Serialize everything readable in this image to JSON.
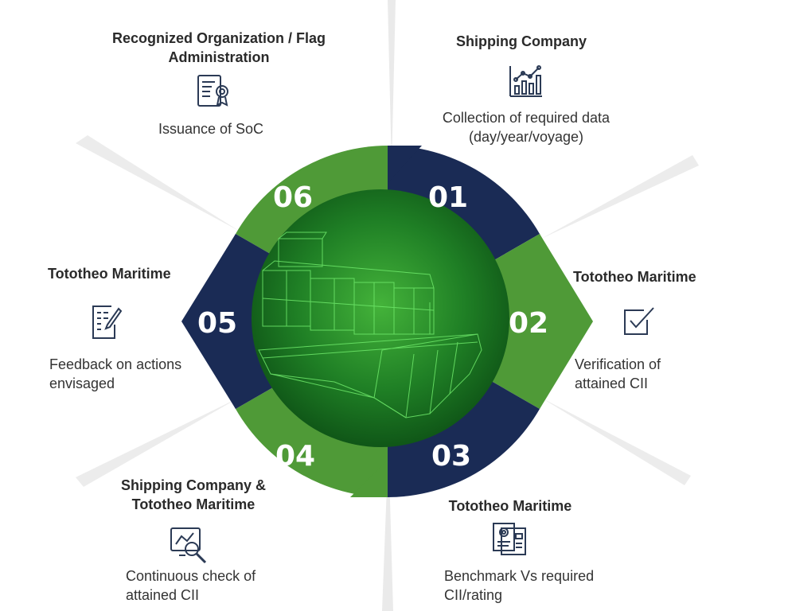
{
  "colors": {
    "green": "#4f9a37",
    "navy": "#1a2b55",
    "center_dark": "#0f5c1a",
    "center_light": "#3ba833",
    "icon": "#2b3a55"
  },
  "steps": [
    {
      "number": "01",
      "title": "Shipping Company",
      "description": "Collection of required data (day/year/voyage)",
      "icon": "chart-analytics-icon",
      "color": "navy"
    },
    {
      "number": "02",
      "title": "Tototheo Maritime",
      "description": "Verification of attained CII",
      "icon": "checkbox-icon",
      "color": "green"
    },
    {
      "number": "03",
      "title": "Tototheo Maritime",
      "description": "Benchmark Vs required CII/rating",
      "icon": "settings-document-icon",
      "color": "navy"
    },
    {
      "number": "04",
      "title": "Shipping Company & Tototheo Maritime",
      "description": "Continuous check of attained CII",
      "icon": "monitor-magnifier-icon",
      "color": "green"
    },
    {
      "number": "05",
      "title": "Tototheo Maritime",
      "description": "Feedback on actions envisaged",
      "icon": "document-edit-icon",
      "color": "navy"
    },
    {
      "number": "06",
      "title": "Recognized Organization / Flag Administration",
      "description": "Issuance of SoC",
      "icon": "certificate-icon",
      "color": "green"
    }
  ]
}
